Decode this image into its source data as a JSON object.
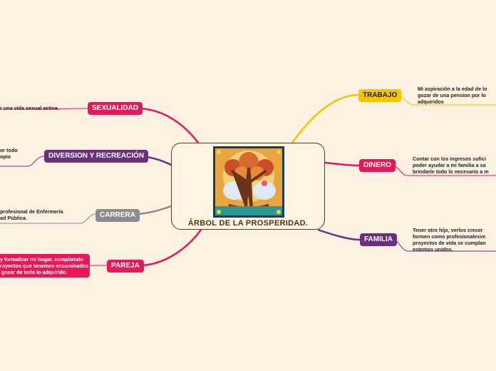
{
  "central": {
    "title": "ÁRBOL DE LA PROSPERIDAD.",
    "image_icon": "tree-of-life-image"
  },
  "topics": {
    "sexualidad": {
      "label": "SEXUALIDAD",
      "color": "#e3195a"
    },
    "diversion": {
      "label": "DIVERSION Y RECREACIÓN",
      "color": "#6b2f7d"
    },
    "carrera": {
      "label": "CARRERA",
      "color": "#8c8c8c"
    },
    "pareja": {
      "label": "PAREJA",
      "color": "#e3195a"
    },
    "trabajo": {
      "label": "TRABAJO",
      "color": "#f5c400"
    },
    "dinero": {
      "label": "DINERO",
      "color": "#e3195a"
    },
    "familia": {
      "label": "FAMILIA",
      "color": "#6b2f7d"
    }
  },
  "notes": {
    "sexualidad": "r una vida sexual activa.",
    "diversion": "or todo\nopio",
    "carrera": "profesional de Enfermería\nad Pública.",
    "pareja": "y formalizar mi hogar, cumpliendo\nroyectos que tenemos encaminados\n gozar de todo lo adquirido.",
    "trabajo": "Mi aspiración a la edad de lo\ngozar de una pension por lo\nadquiridos",
    "dinero": "Contar con los ingresos sufici\npoder ayudar a mi familia a sa\nbrindarle todo lo necesario a m",
    "familia": "Tener otro hijo, verlos crecer\nformen como profesionalesve\nproyectos de vida se cumplan\nestemos unidos."
  }
}
